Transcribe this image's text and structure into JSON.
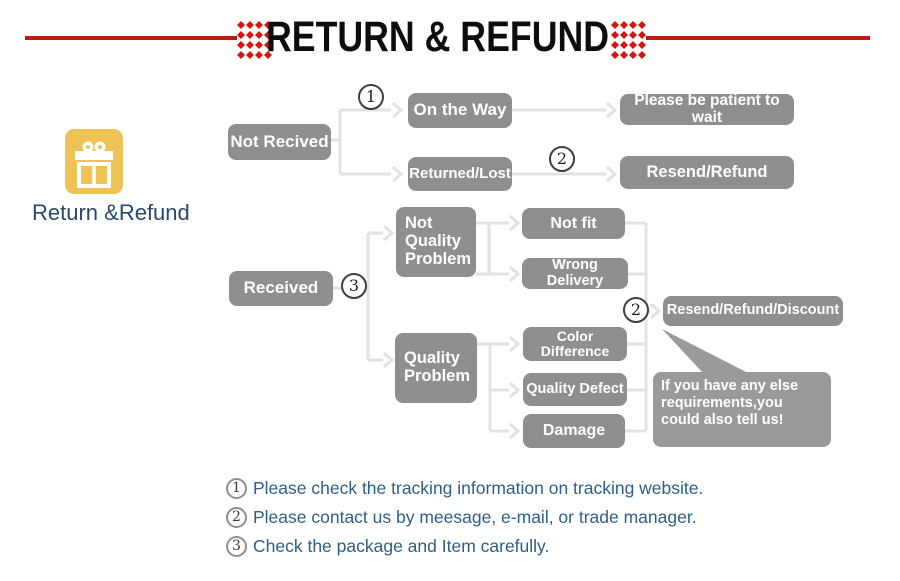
{
  "header": {
    "title": "RETURN & REFUND"
  },
  "brand": {
    "caption": "Return &Refund"
  },
  "flowchart": {
    "nodes": {
      "not_received": "Not Recived",
      "on_the_way": "On the Way",
      "returned_lost": "Returned/Lost",
      "be_patient": "Please be patient to wait",
      "resend_refund": "Resend/Refund",
      "received": "Received",
      "not_quality_problem": "Not Quality Problem",
      "not_fit": "Not fit",
      "wrong_delivery": "Wrong Delivery",
      "quality_problem": "Quality Problem",
      "color_difference": "Color Difference",
      "quality_defect": "Quality Defect",
      "damage": "Damage",
      "resend_refund_discount": "Resend/Refund/Discount",
      "bubble": "If you have any else requirements,you could also tell us!"
    },
    "markers": {
      "step1": "1",
      "step2": "2",
      "step3": "3"
    }
  },
  "notes": {
    "items": [
      {
        "num": "1",
        "text": "Please check the tracking information on tracking website."
      },
      {
        "num": "2",
        "text": "Please contact us by meesage, e-mail, or trade manager."
      },
      {
        "num": "3",
        "text": "Check the package and Item carefully."
      }
    ]
  },
  "colors": {
    "accent_red": "#c4190f",
    "box_gray": "#8f8f91",
    "connector_gray": "#e2e2e2",
    "note_blue": "#2e5f8a",
    "icon_yellow": "#eec254",
    "caption_navy": "#27496d"
  }
}
